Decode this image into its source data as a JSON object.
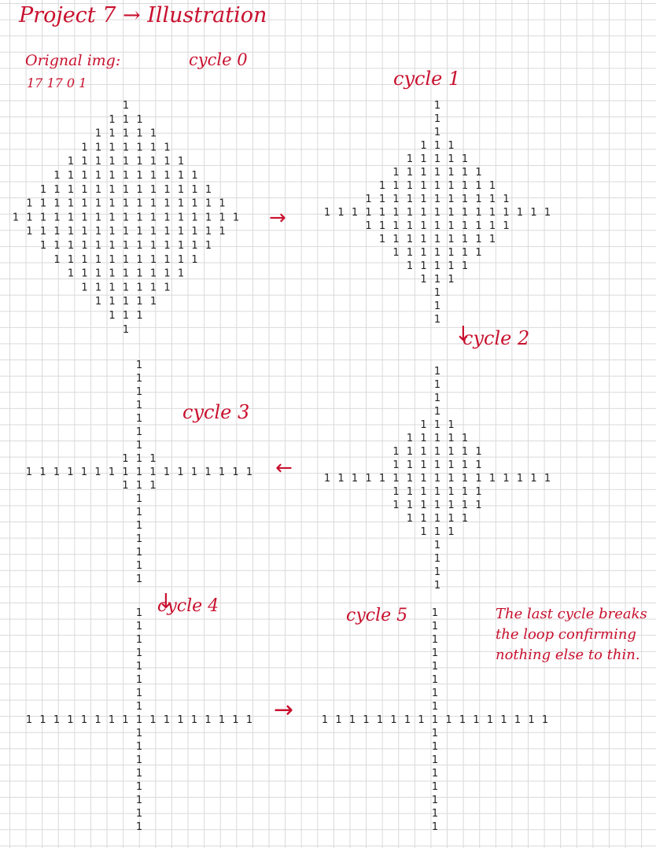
{
  "title": "Project 7 → Illustration",
  "original_label": "Orignal img:",
  "original_subtitle": "17 17 0 1",
  "cell_value": "1",
  "cycle_labels": {
    "cycle0": "cycle 0",
    "cycle1": "cycle 1",
    "cycle2": "cycle 2",
    "cycle3": "cycle 3",
    "cycle4": "cycle 4",
    "cycle5": "cycle 5"
  },
  "final_note": "The last cycle breaks the loop confirming nothing else to thin.",
  "arrows": {
    "a01": "→",
    "a12": "↓",
    "a23": "←",
    "a34": "↓",
    "a45": "→"
  },
  "grids": [
    {
      "name": "cycle-0-grid",
      "cycle": 0,
      "row_half_widths": [
        0,
        1,
        2,
        3,
        4,
        5,
        6,
        7,
        8,
        7,
        6,
        5,
        4,
        3,
        2,
        1,
        0
      ]
    },
    {
      "name": "cycle-1-grid",
      "cycle": 1,
      "row_half_widths": [
        0,
        0,
        0,
        1,
        2,
        3,
        4,
        5,
        8,
        5,
        4,
        3,
        2,
        1,
        0,
        0,
        0
      ]
    },
    {
      "name": "cycle-2-grid",
      "cycle": 2,
      "row_half_widths": [
        0,
        0,
        0,
        0,
        1,
        2,
        3,
        3,
        8,
        3,
        3,
        2,
        1,
        0,
        0,
        0,
        0
      ]
    },
    {
      "name": "cycle-3-grid",
      "cycle": 3,
      "row_half_widths": [
        0,
        0,
        0,
        0,
        0,
        0,
        0,
        1,
        8,
        1,
        0,
        0,
        0,
        0,
        0,
        0,
        0
      ]
    },
    {
      "name": "cycle-4-grid",
      "cycle": 4,
      "row_half_widths": [
        0,
        0,
        0,
        0,
        0,
        0,
        0,
        0,
        8,
        0,
        0,
        0,
        0,
        0,
        0,
        0,
        0
      ]
    },
    {
      "name": "cycle-5-grid",
      "cycle": 5,
      "row_half_widths": [
        0,
        0,
        0,
        0,
        0,
        0,
        0,
        0,
        8,
        0,
        0,
        0,
        0,
        0,
        0,
        0,
        0
      ]
    }
  ]
}
